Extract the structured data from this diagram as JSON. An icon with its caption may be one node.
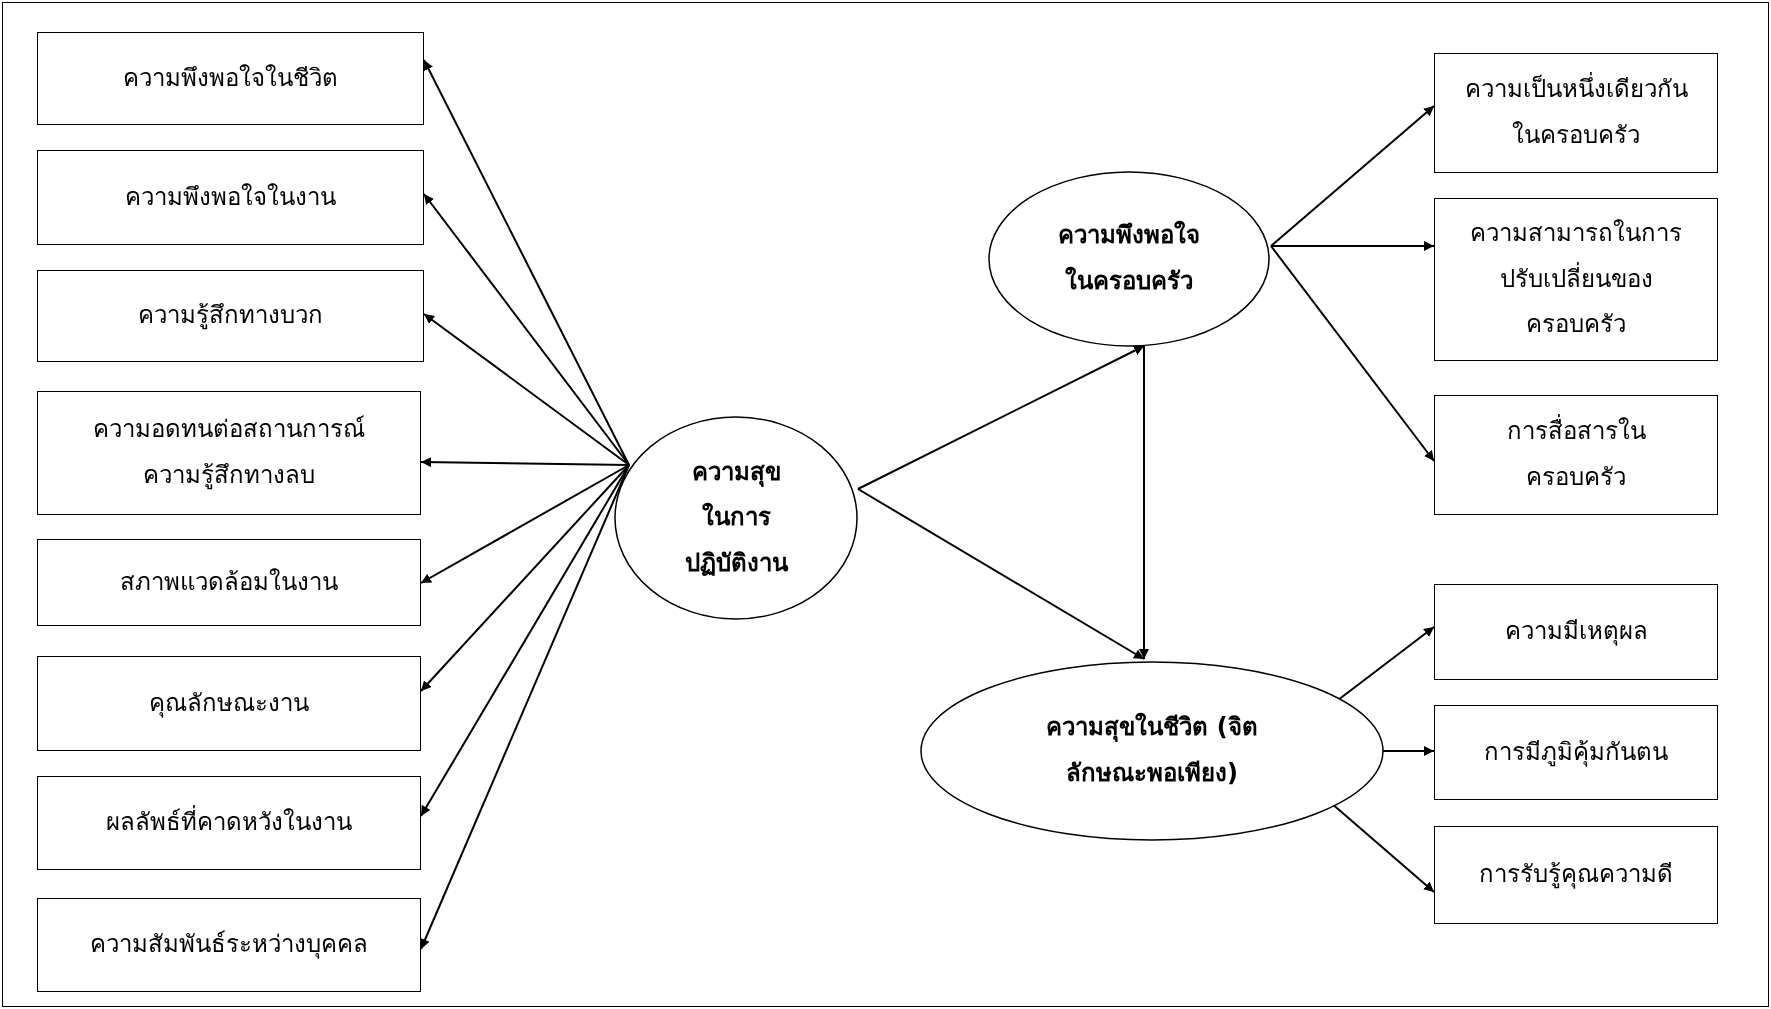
{
  "diagram": {
    "nodes": [
      {
        "text": [
          "ความพึงพอใจในชีวิต"
        ]
      },
      {
        "text": [
          "ความพึงพอใจในงาน"
        ]
      },
      {
        "text": [
          "ความรู้สึกทางบวก"
        ]
      },
      {
        "text": [
          "ความอดทนต่อสถานการณ์ความรู้สึกทางลบ"
        ]
      },
      {
        "text": [
          "สภาพแวดล้อมในงาน"
        ]
      },
      {
        "text": [
          "คุณลักษณะงาน"
        ]
      },
      {
        "text": [
          "ผลลัพธ์ที่คาดหวังในงาน"
        ]
      },
      {
        "text": [
          "ความสัมพันธ์ระหว่างบุคคล"
        ]
      },
      {
        "text": [
          "ความสุขในการปฏิบัติงาน"
        ]
      },
      {
        "text": [
          "ความพึงพอใจในครอบครัว"
        ]
      },
      {
        "text": [
          "ความเป็นหนึ่งเดียวกันในครอบครัว"
        ]
      },
      {
        "text": [
          "ความสามารถในการปรับเปลี่ยนของครอบครัว"
        ]
      },
      {
        "text": [
          "การสื่อสารในครอบครัว"
        ]
      },
      {
        "text": [
          "ความสุขในชีวิต (จิตลักษณะพอเพียง)"
        ]
      },
      {
        "text": [
          "ความมีเหตุผล"
        ]
      },
      {
        "text": [
          "การมีภูมิคุ้มกันตน"
        ]
      },
      {
        "text": [
          "การรับรู้คุณความดี"
        ]
      }
    ],
    "edges": [
      {
        "from": 8,
        "to": 0,
        "arrow": "to"
      },
      {
        "from": 8,
        "to": 1,
        "arrow": "to"
      },
      {
        "from": 8,
        "to": 2,
        "arrow": "to"
      },
      {
        "from": 8,
        "to": 3,
        "arrow": "to"
      },
      {
        "from": 8,
        "to": 4,
        "arrow": "to"
      },
      {
        "from": 8,
        "to": 5,
        "arrow": "to"
      },
      {
        "from": 8,
        "to": 6,
        "arrow": "to"
      },
      {
        "from": 8,
        "to": 7,
        "arrow": "to"
      },
      {
        "from": 8,
        "to": 9,
        "arrow": "to"
      },
      {
        "from": 8,
        "to": 13,
        "arrow": "to"
      },
      {
        "from": 9,
        "to": 13,
        "arrow": "to"
      },
      {
        "from": 9,
        "to": 10,
        "arrow": "to"
      },
      {
        "from": 9,
        "to": 11,
        "arrow": "to"
      },
      {
        "from": 9,
        "to": 12,
        "arrow": "to"
      },
      {
        "from": 13,
        "to": 14,
        "arrow": "to"
      },
      {
        "from": 13,
        "to": 15,
        "arrow": "to"
      },
      {
        "from": 13,
        "to": 16,
        "arrow": "to"
      }
    ]
  }
}
